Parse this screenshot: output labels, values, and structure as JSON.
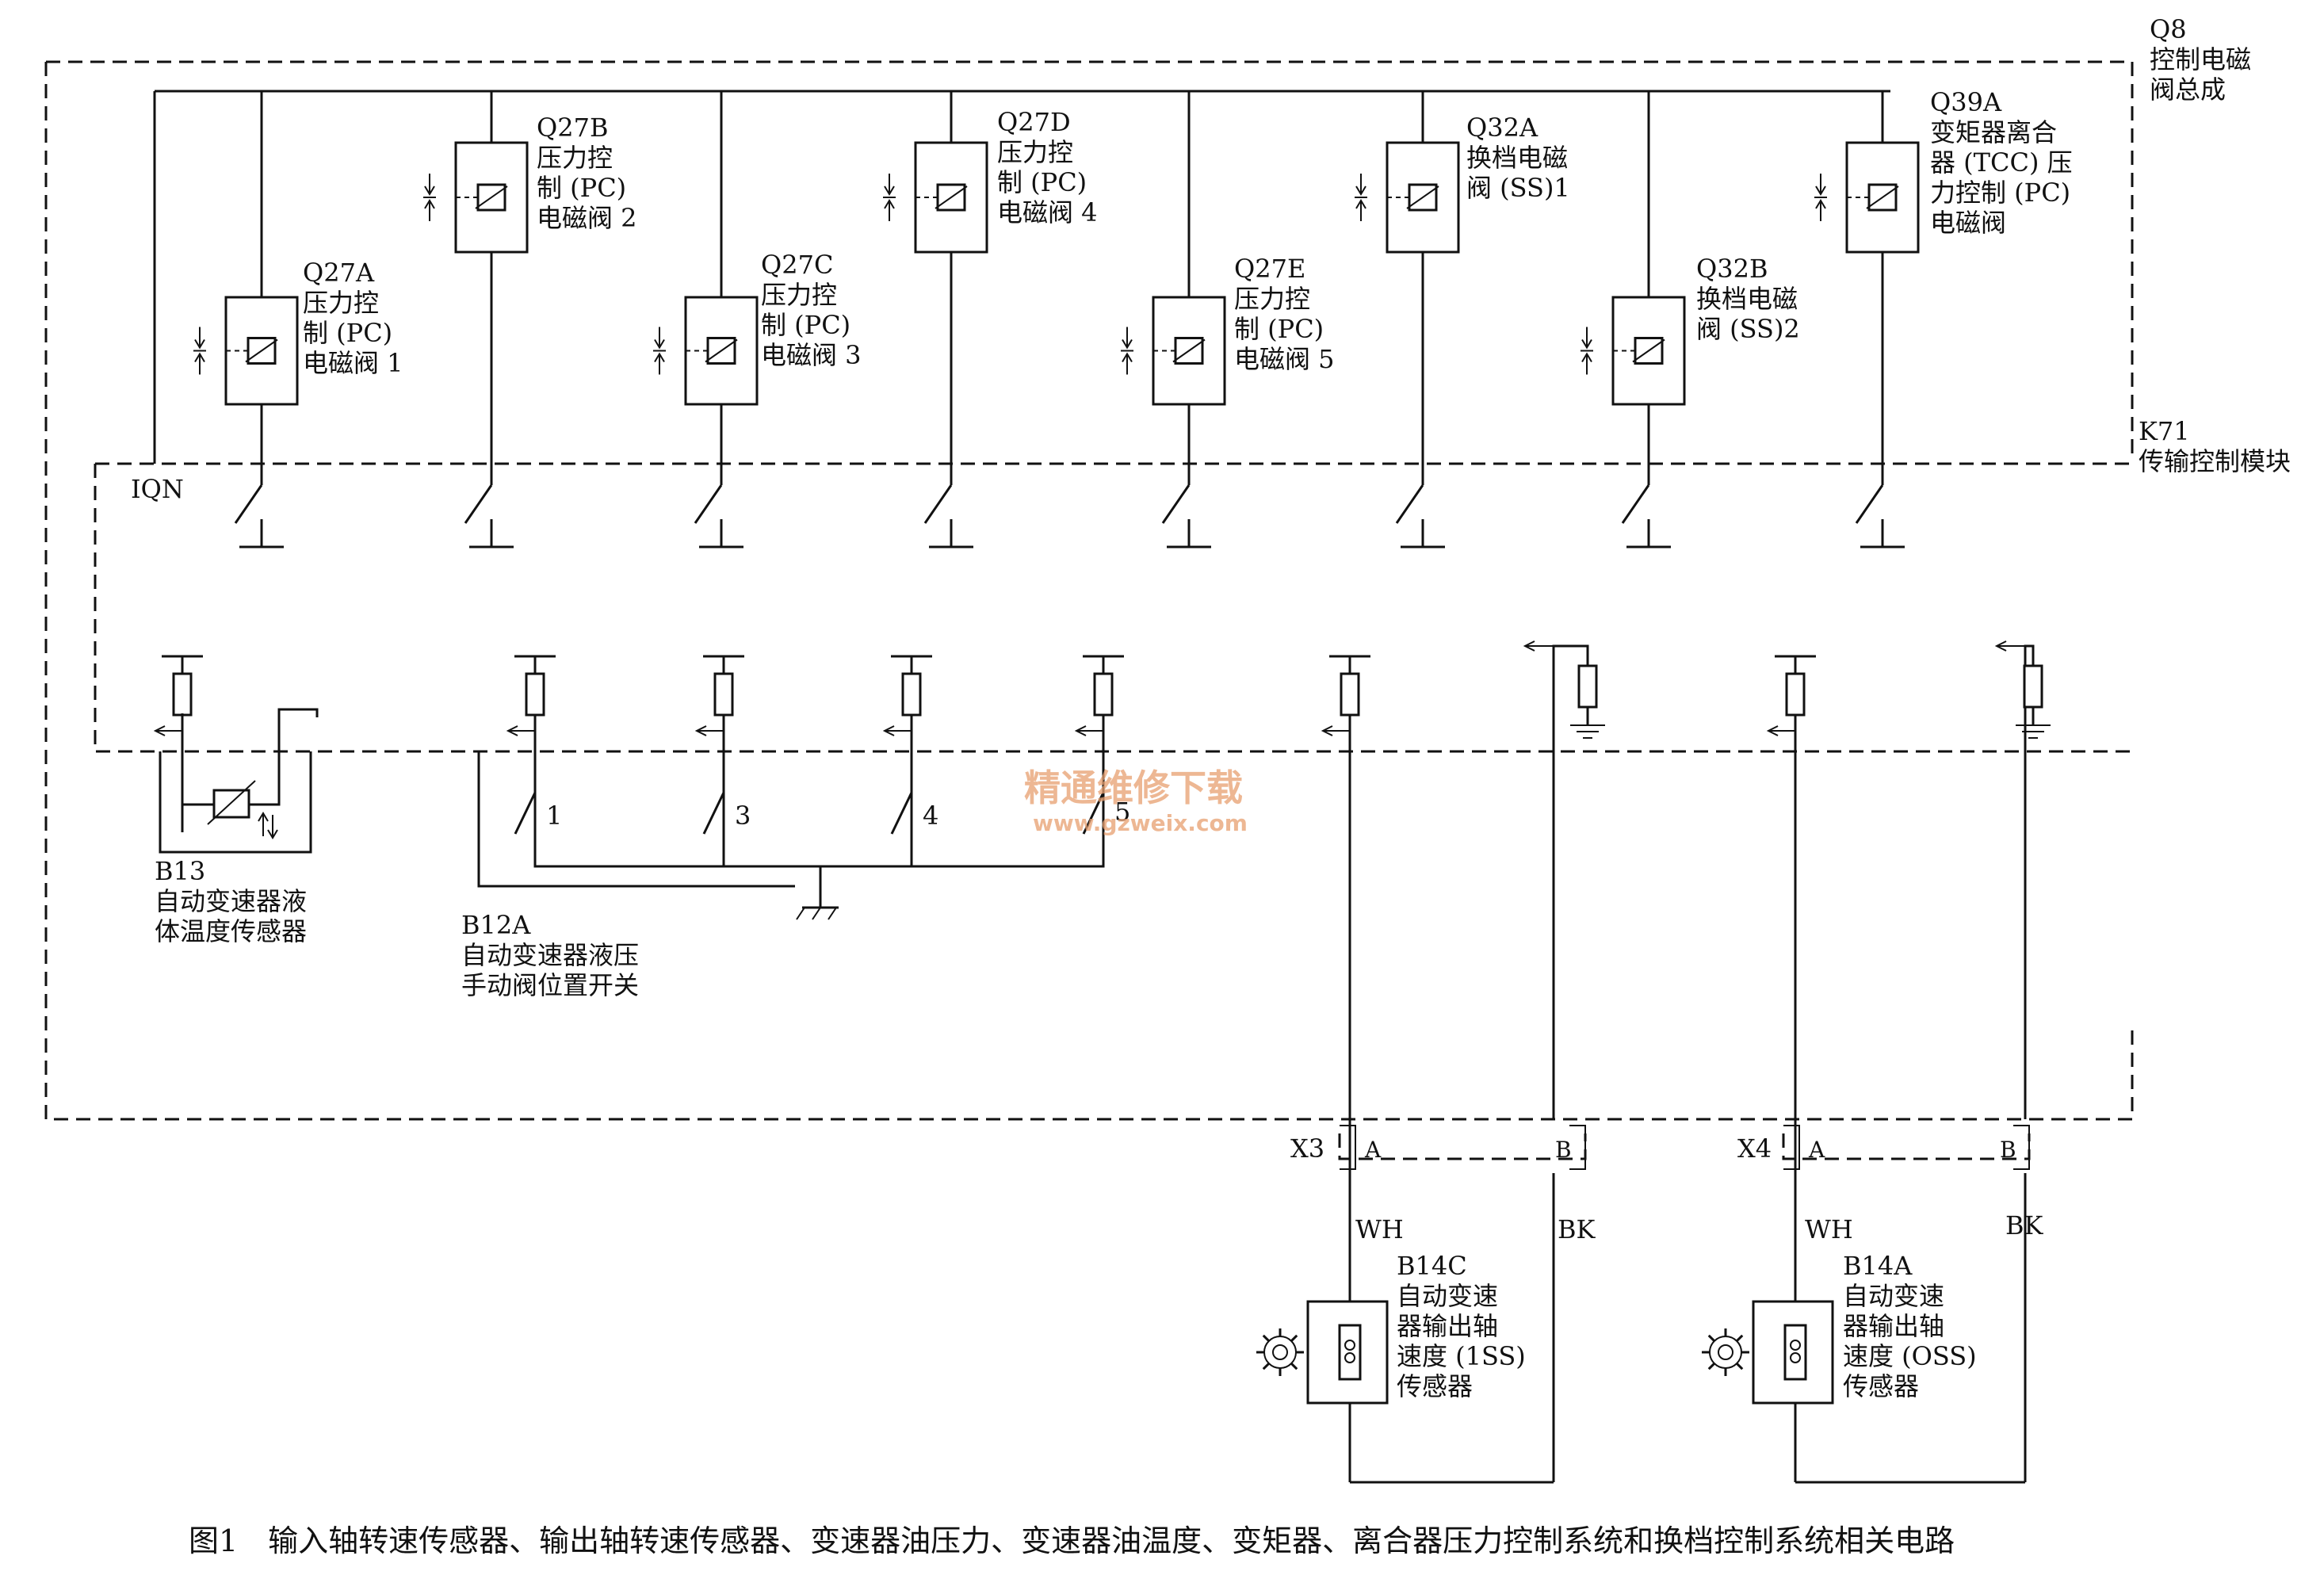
{
  "q8_label": [
    "Q8",
    "控制电磁",
    "阀总成"
  ],
  "k71_label": [
    "K71",
    "传输控制模块"
  ],
  "iqn": "IQN",
  "solenoids": [
    {
      "name": "Q27A",
      "lines": [
        "压力控",
        "制 (PC)",
        "电磁阀 1"
      ]
    },
    {
      "name": "Q27B",
      "lines": [
        "压力控",
        "制 (PC)",
        "电磁阀 2"
      ]
    },
    {
      "name": "Q27C",
      "lines": [
        "压力控",
        "制 (PC)",
        "电磁阀 3"
      ]
    },
    {
      "name": "Q27D",
      "lines": [
        "压力控",
        "制 (PC)",
        "电磁阀 4"
      ]
    },
    {
      "name": "Q27E",
      "lines": [
        "压力控",
        "制 (PC)",
        "电磁阀 5"
      ]
    },
    {
      "name": "Q32A",
      "lines": [
        "换档电磁",
        "阀 (SS)1"
      ]
    },
    {
      "name": "Q32B",
      "lines": [
        "换档电磁",
        "阀 (SS)2"
      ]
    },
    {
      "name": "Q39A",
      "lines": [
        "变矩器离合",
        "器 (TCC) 压",
        "力控制 (PC)",
        "电磁阀"
      ]
    }
  ],
  "b13": {
    "name": "B13",
    "lines": [
      "自动变速器液",
      "体温度传感器"
    ]
  },
  "b12a": {
    "name": "B12A",
    "lines": [
      "自动变速器液压",
      "手动阀位置开关"
    ],
    "switches": [
      "1",
      "3",
      "4",
      "5"
    ]
  },
  "connectors": [
    {
      "name": "X3",
      "pin_a": "A",
      "pin_b": "B",
      "wire_a": "WH",
      "wire_b": "BK"
    },
    {
      "name": "X4",
      "pin_a": "A",
      "pin_b": "B",
      "wire_a": "WH",
      "wire_b": "BK"
    }
  ],
  "b14c": {
    "name": "B14C",
    "lines": [
      "自动变速",
      "器输出轴",
      "速度 (1SS)",
      "传感器"
    ]
  },
  "b14a": {
    "name": "B14A",
    "lines": [
      "自动变速",
      "器输出轴",
      "速度 (OSS)",
      "传感器"
    ]
  },
  "watermark": {
    "cn": "精通维修下载",
    "url": "www.gzweix.com"
  },
  "caption": "图1　输入轴转速传感器、输出轴转速传感器、变速器油压力、变速器油温度、变矩器、离合器压力控制系统和换档控制系统相关电路",
  "colors": {
    "ink": "#111111",
    "watermark": "#e8a070"
  }
}
